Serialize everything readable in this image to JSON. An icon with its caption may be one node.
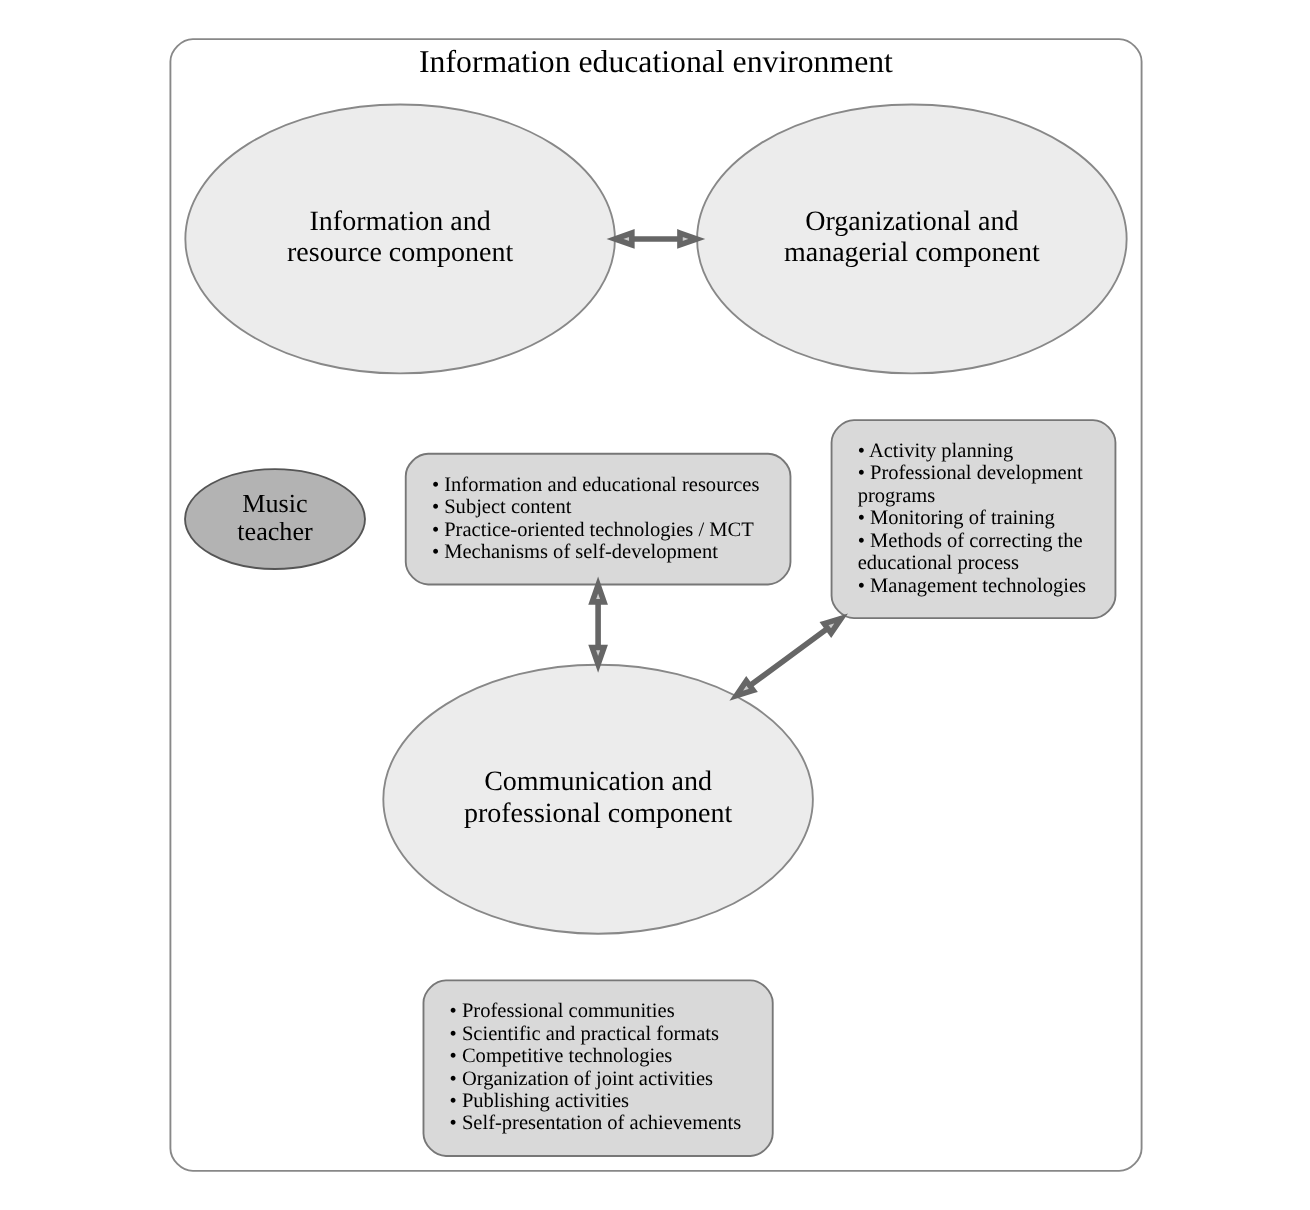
{
  "diagram": {
    "nodes": [
      {
        "text": [
          "Information educational environment"
        ]
      },
      {
        "text": [
          "Information and resource component"
        ],
        "in": 0
      },
      {
        "text": [
          "Organizational and managerial component"
        ],
        "in": 0
      },
      {
        "text": [
          "Music teacher"
        ],
        "in": 0
      },
      {
        "text": [
          "• Information and educational resources",
          "• Subject content",
          "• Practice-oriented technologies / MCT",
          "• Mechanisms of self-development"
        ],
        "in": 0
      },
      {
        "text": [
          "• Activity planning",
          "• Professional development programs",
          "• Monitoring of training",
          "• Methods of correcting the educational process",
          "• Management technologies"
        ],
        "in": 0
      },
      {
        "text": [
          "Communication and professional component"
        ],
        "in": 0
      },
      {
        "text": [
          "• Professional communities",
          "• Scientific and practical formats",
          "• Competitive technologies",
          "• Organization of joint activities",
          "• Publishing activities",
          "• Self-presentation of achievements"
        ],
        "in": 0
      }
    ],
    "edges": [
      {
        "from": 1,
        "to": 2,
        "arrow": "both"
      },
      {
        "from": 4,
        "to": 6,
        "arrow": "both"
      },
      {
        "from": 5,
        "to": 6,
        "arrow": "both"
      }
    ]
  }
}
